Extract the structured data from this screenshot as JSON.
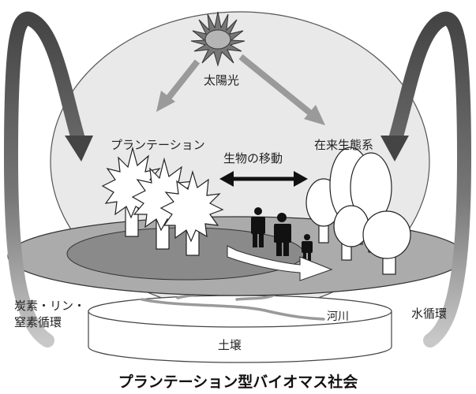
{
  "labels": {
    "sun": "太陽光",
    "plantation": "プランテーション",
    "native_ecosystem": "在来生態系",
    "species_movement": "生物の移動",
    "carbon_cycle_line1": "炭素・リン・",
    "carbon_cycle_line2": "窒素循環",
    "river": "河川",
    "water_cycle": "水循環",
    "soil": "土壌"
  },
  "title": "プランテーション型バイオマス社会",
  "colors": {
    "dome": "#e8e8e8",
    "disc": "#a9a9a9",
    "inner_zone": "#8c8c8c",
    "cycle_arrow": "#4d4d4d",
    "sun_arrow": "#9a9a9a"
  }
}
